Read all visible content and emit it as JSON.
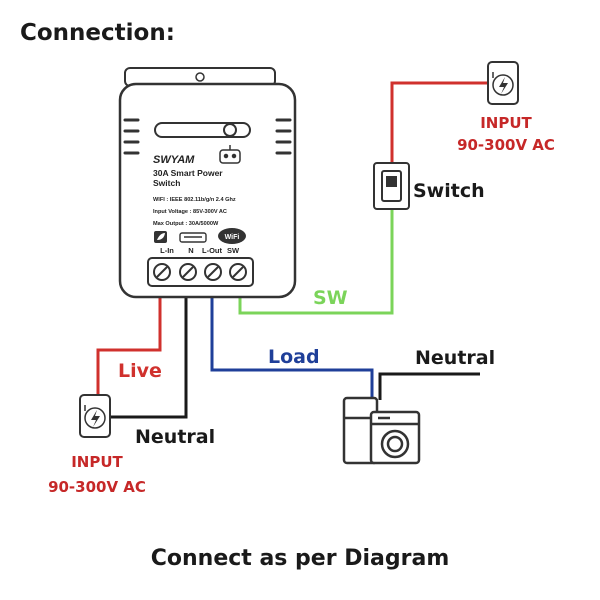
{
  "title": "Connection:",
  "footer": "Connect as per Diagram",
  "device": {
    "brand": "SWYAM",
    "model_line1": "30A Smart Power",
    "model_line2": "Switch",
    "spec_wifi": "WIFI : IEEE 802.11b/g/n 2.4 Ghz",
    "spec_voltage": "Input Voltage : 85V-300V AC",
    "spec_output": "Max Output : 30A/5000W",
    "wifi_badge": "WiFi",
    "terminals": [
      "L-In",
      "N",
      "L-Out",
      "SW"
    ]
  },
  "labels": {
    "sw": "SW",
    "live": "Live",
    "neutral_left": "Neutral",
    "load": "Load",
    "neutral_right": "Neutral",
    "switch": "Switch",
    "input_top_line1": "INPUT",
    "input_top_line2": "90-300V AC",
    "input_bottom_line1": "INPUT",
    "input_bottom_line2": "90-300V AC"
  },
  "colors": {
    "live": "#d0312d",
    "neutral": "#1a1a1a",
    "load": "#1f3f99",
    "sw": "#7bd45a",
    "input_text": "#c62828",
    "text": "#1a1a1a"
  },
  "icons": [
    "plug-icon",
    "power-switch-icon",
    "washing-machine-icon",
    "wifi-icon",
    "leaf-icon"
  ]
}
